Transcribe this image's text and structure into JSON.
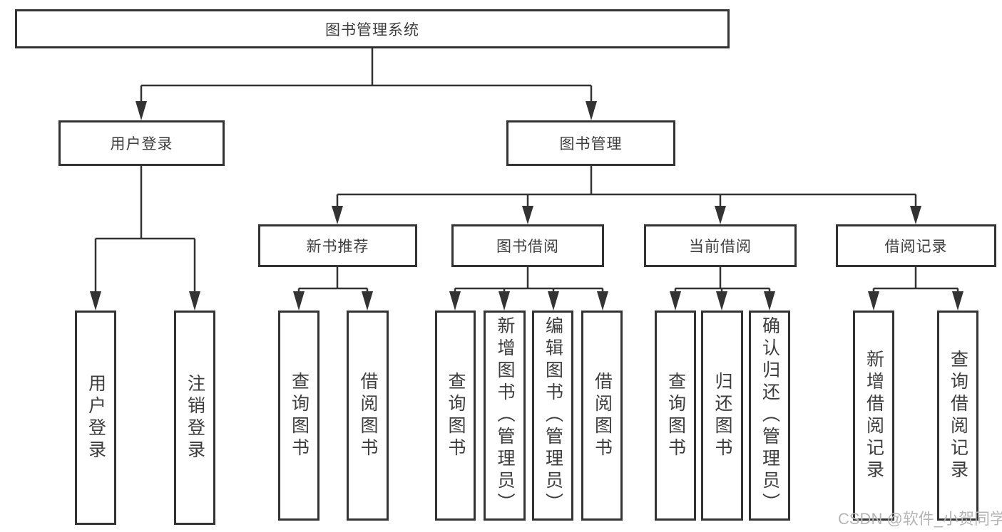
{
  "tree": {
    "root": "图书管理系统",
    "l2": [
      "用户登录",
      "图书管理"
    ],
    "l3": [
      "新书推荐",
      "图书借阅",
      "当前借阅",
      "借阅记录"
    ],
    "leaves_user": [
      "用户登录",
      "注销登录"
    ],
    "leaves_newbook": [
      "查询图书",
      "借阅图书"
    ],
    "leaves_borrow": [
      "查询图书",
      "新增图书（管理员）",
      "编辑图书（管理员）",
      "借阅图书"
    ],
    "leaves_current": [
      "查询图书",
      "归还图书",
      "确认归还（管理员）"
    ],
    "leaves_record": [
      "新增借阅记录",
      "查询借阅记录"
    ]
  },
  "watermark": "CSDN @软件_小贺同学",
  "colors": {
    "line": "#333333",
    "text": "#3d3d3d",
    "watermark": "#b5b5b5"
  }
}
